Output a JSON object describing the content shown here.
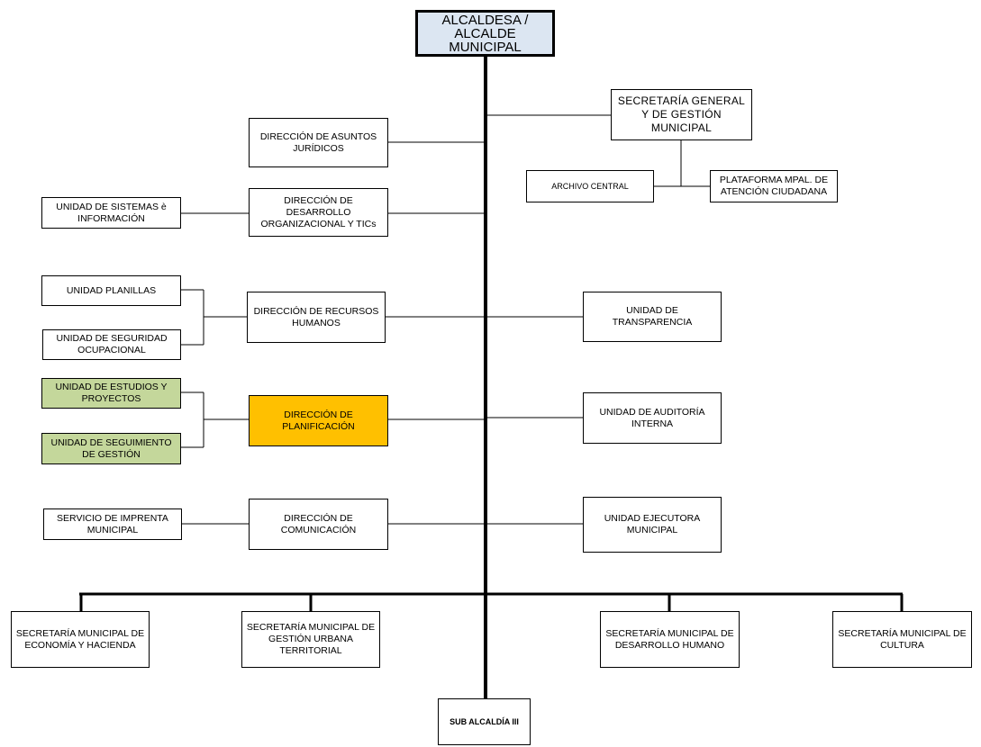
{
  "org_chart": {
    "root": "ALCALDESA / ALCALDE MUNICIPAL",
    "left_units": {
      "asuntos_juridicos": "DIRECCIÓN DE ASUNTOS JURÍDICOS",
      "desarrollo_organizacional": "DIRECCIÓN DE DESARROLLO ORGANIZACIONAL Y TICs",
      "sistemas_informacion": "UNIDAD DE SISTEMAS è INFORMACIÓN",
      "recursos_humanos": "DIRECCIÓN DE RECURSOS HUMANOS",
      "planillas": "UNIDAD PLANILLAS",
      "seguridad_ocupacional": "UNIDAD DE SEGURIDAD OCUPACIONAL",
      "planificacion": "DIRECCIÓN DE PLANIFICACIÓN",
      "estudios_proyectos": "UNIDAD DE ESTUDIOS Y PROYECTOS",
      "seguimiento_gestion": "UNIDAD DE  SEGUIMIENTO DE GESTIÓN",
      "comunicacion": "DIRECCIÓN DE COMUNICACIÓN",
      "imprenta": "SERVICIO DE IMPRENTA MUNICIPAL"
    },
    "right_units": {
      "secretaria_general": "SECRETARÍA GENERAL Y DE GESTIÓN MUNICIPAL",
      "archivo_central": "ARCHIVO CENTRAL",
      "plataforma": "PLATAFORMA MPAL. DE ATENCIÓN CIUDADANA",
      "transparencia": "UNIDAD DE TRANSPARENCIA",
      "auditoria": "UNIDAD DE AUDITORÍA INTERNA",
      "ejecutora": "UNIDAD EJECUTORA MUNICIPAL"
    },
    "secretarias": {
      "economia": "SECRETARÍA MUNICIPAL DE ECONOMÍA Y HACIENDA",
      "gestion_urbana": "SECRETARÍA MUNICIPAL DE GESTIÓN URBANA TERRITORIAL",
      "desarrollo_humano": "SECRETARÍA MUNICIPAL  DE DESARROLLO HUMANO",
      "cultura": "SECRETARÍA MUNICIPAL DE CULTURA"
    },
    "subalcaldia": "SUB ALCALDÍA III",
    "colors": {
      "root_fill": "#dce6f2",
      "planificacion_fill": "#ffc000",
      "planificacion_units_fill": "#c4d79b",
      "line": "#000000"
    }
  }
}
